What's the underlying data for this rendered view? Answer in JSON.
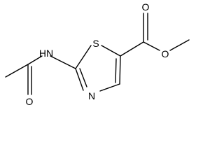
{
  "molecule": {
    "atoms": {
      "nh": "HN",
      "s": "S",
      "n": "N",
      "o_acetyl": "O",
      "o_carbonyl": "O",
      "o_ester": "O"
    }
  },
  "colors": {
    "bond": "#000000",
    "background": "#ffffff"
  }
}
